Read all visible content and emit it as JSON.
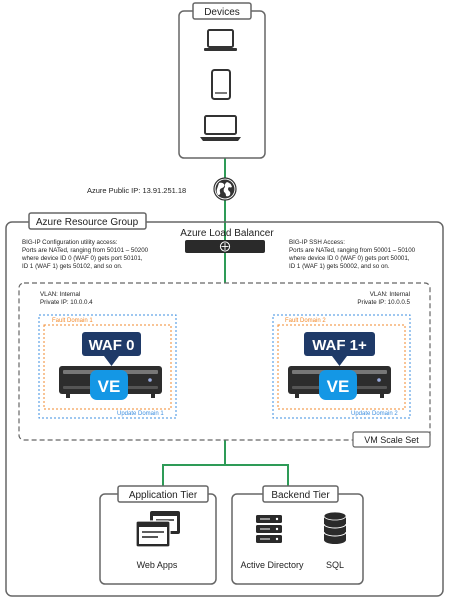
{
  "devices": {
    "title": "Devices"
  },
  "public_ip": {
    "label": "Azure Public IP: 13.91.251.18"
  },
  "resource_group": {
    "title": "Azure Resource Group"
  },
  "load_balancer": {
    "title": "Azure Load Balancer"
  },
  "config_access": {
    "lines": [
      "BIG-IP Configuration utility access:",
      "Ports are NATed, ranging from 50101 – 50200",
      "where device ID 0 (WAF 0) gets port 50101,",
      "ID 1 (WAF 1) gets 50102, and so on."
    ]
  },
  "ssh_access": {
    "lines": [
      "BIG-IP SSH Access:",
      "Ports are NATed, ranging from 50001 – 50100",
      "where device ID 0 (WAF 0) gets port 50001,",
      "ID 1 (WAF 1) gets 50002, and so on."
    ]
  },
  "vm_left": {
    "vlan": "VLAN: Internal",
    "ip": "Private IP: 10.0.0.4",
    "fault_domain": "Fault Domain 1",
    "update_domain": "Update Domain 1",
    "waf": "WAF 0",
    "ve": "VE"
  },
  "vm_right": {
    "vlan": "VLAN: Internal",
    "ip": "Private IP: 10.0.0.5",
    "fault_domain": "Fault Domain 2",
    "update_domain": "Update Domain 2",
    "waf": "WAF 1+",
    "ve": "VE"
  },
  "scale_set": {
    "label": "VM Scale Set"
  },
  "app_tier": {
    "title": "Application Tier",
    "web_apps": "Web Apps"
  },
  "backend_tier": {
    "title": "Backend Tier",
    "ad": "Active Directory",
    "sql": "SQL"
  },
  "colors": {
    "green": "#2e9b57",
    "navy": "#1f3a68",
    "azure": "#1497e5",
    "orange": "#f28a2c",
    "blue_dash": "#3d8fe0",
    "gray": "#666666",
    "dark": "#2a2a2a"
  }
}
